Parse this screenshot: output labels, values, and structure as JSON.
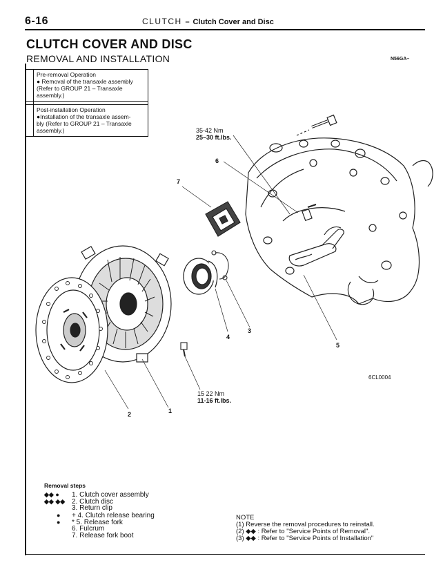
{
  "header": {
    "page_number": "6-16",
    "section": "CLUTCH",
    "dash": "–",
    "section_sub": "Clutch Cover and Disc"
  },
  "title": "CLUTCH COVER AND DISC",
  "subtitle": "REMOVAL AND INSTALLATION",
  "ref_code": "N56GA–",
  "pre_removal": {
    "heading": "Pre-removal Operation",
    "bullet": "●",
    "text_1": "Removal of the transaxle assembly",
    "text_2": "(Refer to GROUP 21 – Transaxle",
    "text_3": "assembly.)"
  },
  "post_installation": {
    "heading": "Post-installation Operation",
    "text_1": "●Installation of the transaxle assem-",
    "text_2": "bly (Refer to GROUP 21 – Transaxle",
    "text_3": "assembly.)"
  },
  "figure": {
    "torque_top_nm": "35-42 Nm",
    "torque_top_ft": "25–30 ft.lbs.",
    "torque_bottom_nm": "15 22 Nm",
    "torque_bottom_ft": "11-16 ft.lbs.",
    "figure_id": "6CL0004",
    "labels": [
      "1",
      "2",
      "3",
      "4",
      "5",
      "6",
      "7"
    ]
  },
  "removal_steps": {
    "title": "Removal steps",
    "steps": [
      {
        "marks": "◆◆  ●",
        "text": "1. Clutch cover assembly"
      },
      {
        "marks": "◆◆ ◆◆",
        "text": "2. Clutch disc"
      },
      {
        "marks": "",
        "text": "3. Return clip"
      },
      {
        "marks": "●",
        "text": "+ 4. Clutch release bearing"
      },
      {
        "marks": "●",
        "text": "* 5. Release fork"
      },
      {
        "marks": "",
        "text": "6. Fulcrum"
      },
      {
        "marks": "",
        "text": "7. Release fork boot"
      }
    ]
  },
  "note": {
    "heading": "NOTE",
    "line_1": "(1)  Reverse the removal procedures to reinstall.",
    "line_2": "(2) ◆◆ : Refer to \"Service Points of Removal\".",
    "line_3": "(3) ◆◆ : Refer to \"Service Points of Installation\""
  }
}
